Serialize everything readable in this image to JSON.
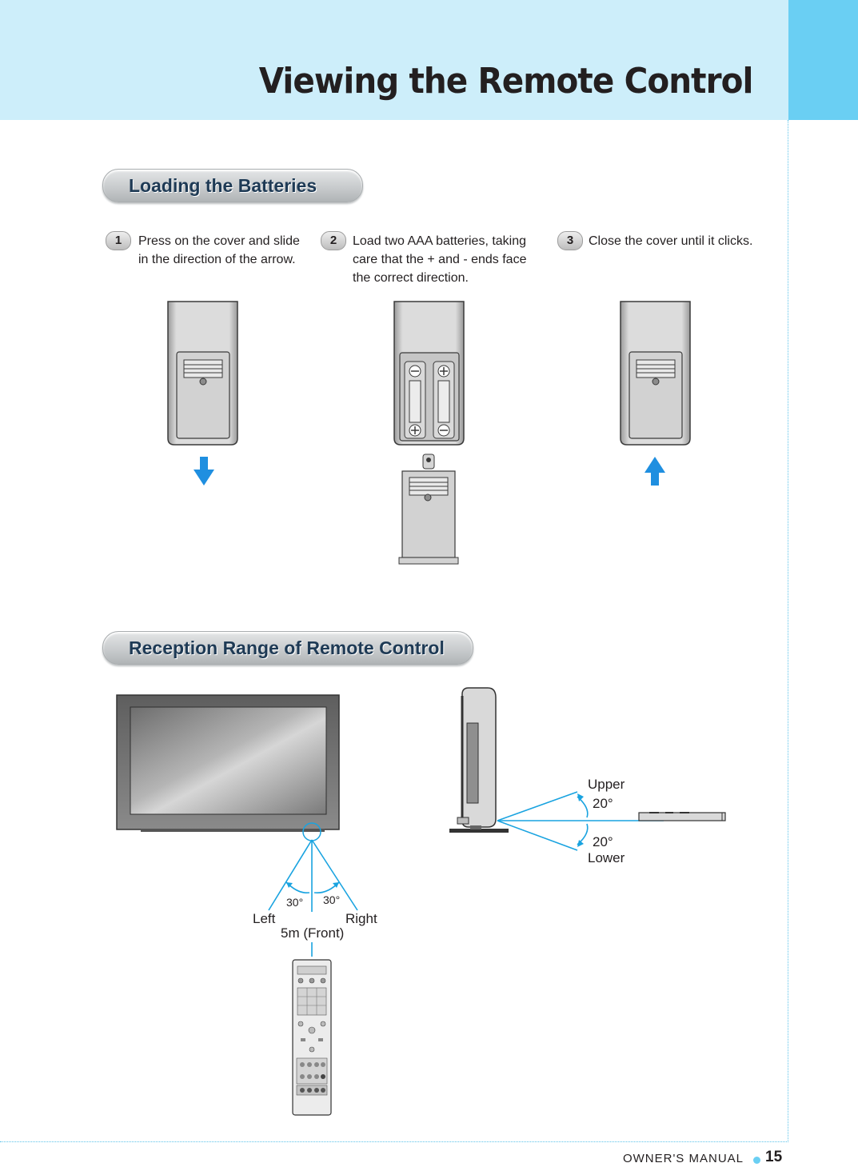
{
  "page": {
    "title": "Viewing the Remote Control",
    "footer_label": "OWNER'S MANUAL",
    "page_number": "15"
  },
  "colors": {
    "header_light": "#cdeefa",
    "header_accent": "#6acff3",
    "range_lines": "#19a3e0",
    "arrow_blue": "#1f8fe0"
  },
  "batteries": {
    "heading": "Loading the Batteries",
    "steps": [
      {
        "number": "1",
        "text": "Press on the cover and slide in the direction of the arrow."
      },
      {
        "number": "2",
        "text": "Load two AAA batteries, taking care that the + and - ends face the correct direction."
      },
      {
        "number": "3",
        "text": "Close the cover until it clicks."
      }
    ]
  },
  "reception": {
    "heading": "Reception Range of Remote Control",
    "front": {
      "left_angle": "30°",
      "right_angle": "30°",
      "left_label": "Left",
      "right_label": "Right",
      "distance_label": "5m (Front)"
    },
    "side": {
      "upper_label": "Upper",
      "upper_angle": "20°",
      "lower_angle": "20°",
      "lower_label": "Lower"
    }
  }
}
